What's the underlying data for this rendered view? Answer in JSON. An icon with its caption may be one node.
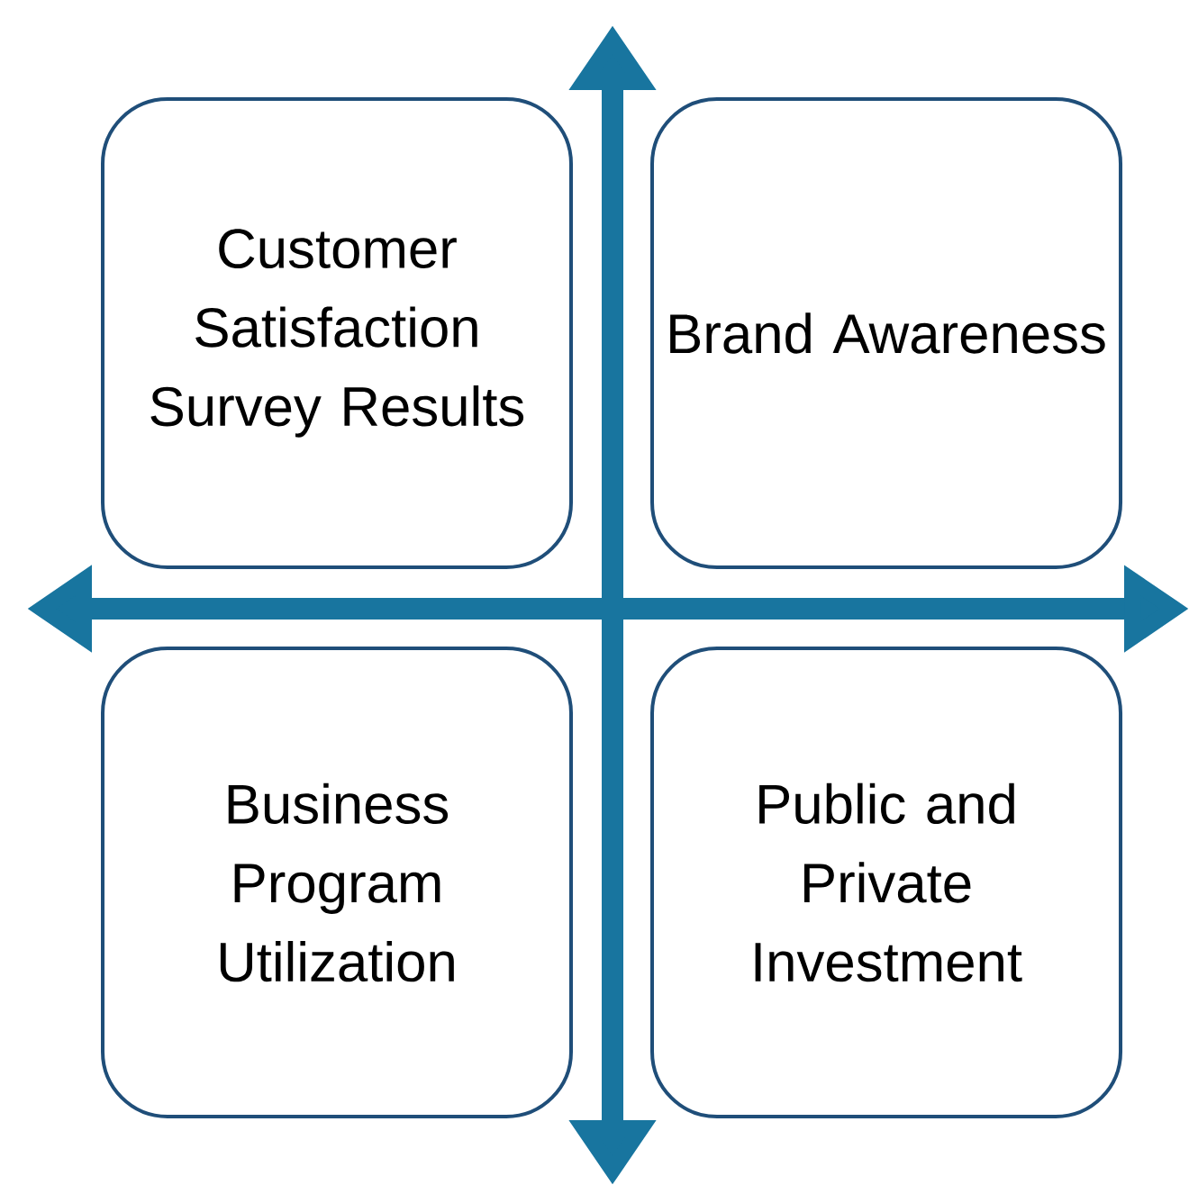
{
  "diagram": {
    "nodes": [
      {
        "text": [
          "Customer Satisfaction Survey Results"
        ]
      },
      {
        "text": [
          "Brand Awareness"
        ]
      },
      {
        "text": [
          "Business Program Utilization"
        ]
      },
      {
        "text": [
          "Public and Private Investment"
        ]
      }
    ]
  }
}
